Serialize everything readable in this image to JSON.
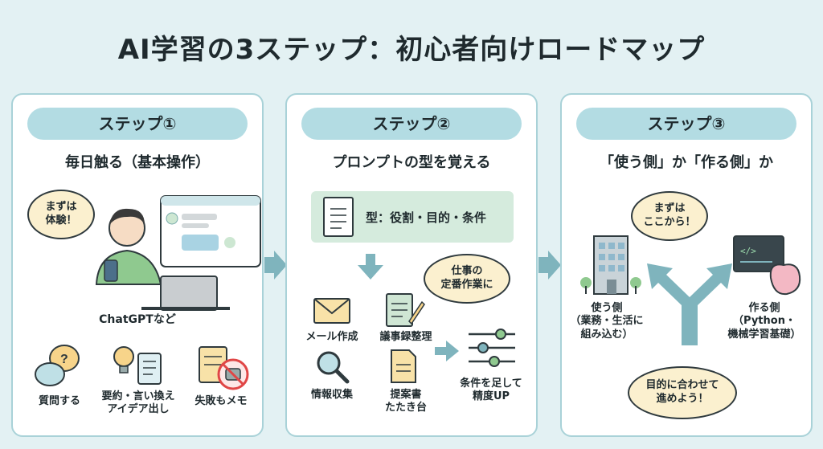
{
  "title": "AI学習の3ステップ：初心者向けロードマップ",
  "colors": {
    "background": "#e3f1f3",
    "pill": "#b3dce3",
    "bubble": "#fbf0cf",
    "arrow": "#7fb4bd",
    "type_box": "#d5ebdd"
  },
  "steps": [
    {
      "label": "ステップ①",
      "heading": "毎日触る（基本操作）",
      "bubble": "まずは\n体験！",
      "caption": "ChatGPTなど",
      "items": [
        {
          "label": "質問する",
          "icon": "chat-question-icon"
        },
        {
          "label": "要約・言い換え\nアイデア出し",
          "icon": "lightbulb-document-icon"
        },
        {
          "label": "失敗もメモ",
          "icon": "notepad-robot-icon"
        }
      ]
    },
    {
      "label": "ステップ②",
      "heading": "プロンプトの型を覚える",
      "type_box": "型：役割・目的・条件",
      "bubble": "仕事の\n定番作業に",
      "items": [
        {
          "label": "メール作成",
          "icon": "envelope-icon"
        },
        {
          "label": "議事録整理",
          "icon": "minutes-pen-icon"
        },
        {
          "label": "情報収集",
          "icon": "magnifier-icon"
        },
        {
          "label": "提案書\nたたき台",
          "icon": "document-icon"
        }
      ],
      "tuning": "条件を足して\n精度UP"
    },
    {
      "label": "ステップ③",
      "heading": "「使う側」か「作る側」か",
      "bubble_top": "まずは\nここから！",
      "left_path": "使う側\n（業務・生活に\n組み込む）",
      "right_path": "作る側\n（Python・\n機械学習基礎）",
      "bubble_bottom": "目的に合わせて\n進めよう！"
    }
  ]
}
